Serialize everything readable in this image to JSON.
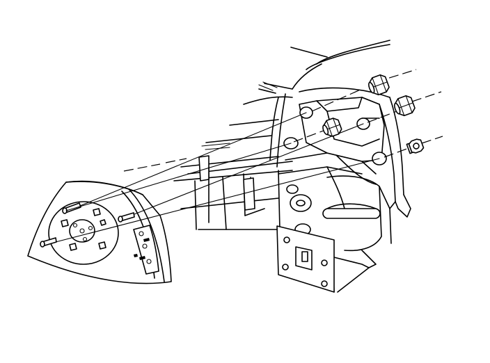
{
  "diagram": {
    "subject": "tail-lamp-assembly-exploded-view",
    "fasteners": [
      {
        "id": "nut-upper",
        "icon": "hex-nut-icon"
      },
      {
        "id": "nut-middle",
        "icon": "hex-nut-icon"
      },
      {
        "id": "nut-inner",
        "icon": "hex-nut-icon"
      },
      {
        "id": "nut-lower",
        "icon": "hex-nut-icon"
      }
    ],
    "line_color": "#000000",
    "background_color": "#ffffff"
  }
}
